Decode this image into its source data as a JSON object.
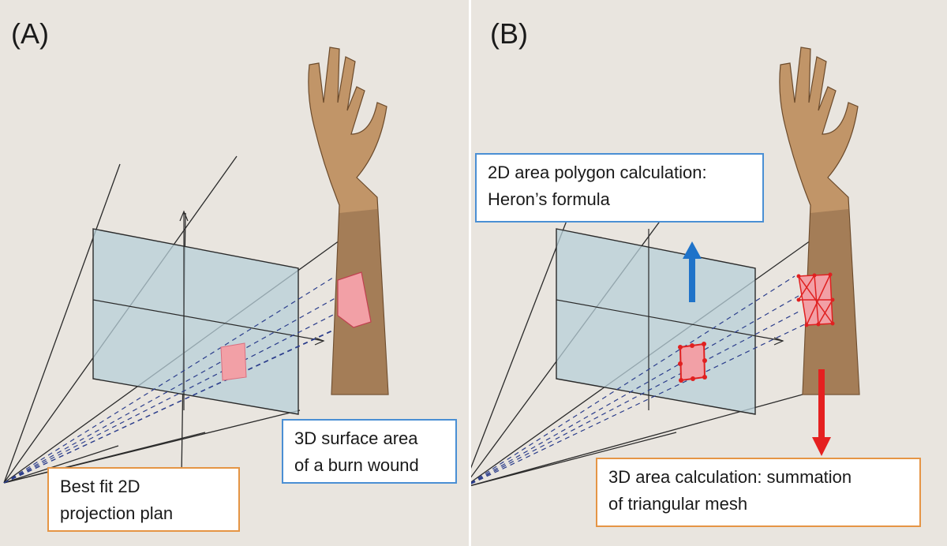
{
  "panels": [
    {
      "label": "(A)",
      "callouts": [
        {
          "lines": [
            "Best fit 2D",
            "projection plan"
          ],
          "border": "#e59545"
        },
        {
          "lines": [
            "3D surface area",
            "of a burn wound"
          ],
          "border": "#4a8fd4"
        }
      ]
    },
    {
      "label": "(B)",
      "callouts": [
        {
          "lines": [
            "2D area polygon calculation:",
            "Heron’s formula"
          ],
          "border": "#4a8fd4"
        },
        {
          "lines": [
            "3D area calculation: summation",
            "of triangular mesh"
          ],
          "border": "#e59545"
        }
      ]
    }
  ],
  "colors": {
    "paper": "#e9e5df",
    "plane_fill": "#b7cfd8",
    "wound_fill": "#f2a0a6",
    "mesh": "#e02020",
    "arrow_up": "#1f73c9",
    "arrow_down": "#e52020",
    "skin": "#c19568",
    "callout_orange": "#e59545",
    "callout_blue": "#4a8fd4"
  },
  "icons": [
    "arm-illustration",
    "projection-plane",
    "perspective-lines",
    "triangular-mesh",
    "up-arrow",
    "down-arrow"
  ]
}
